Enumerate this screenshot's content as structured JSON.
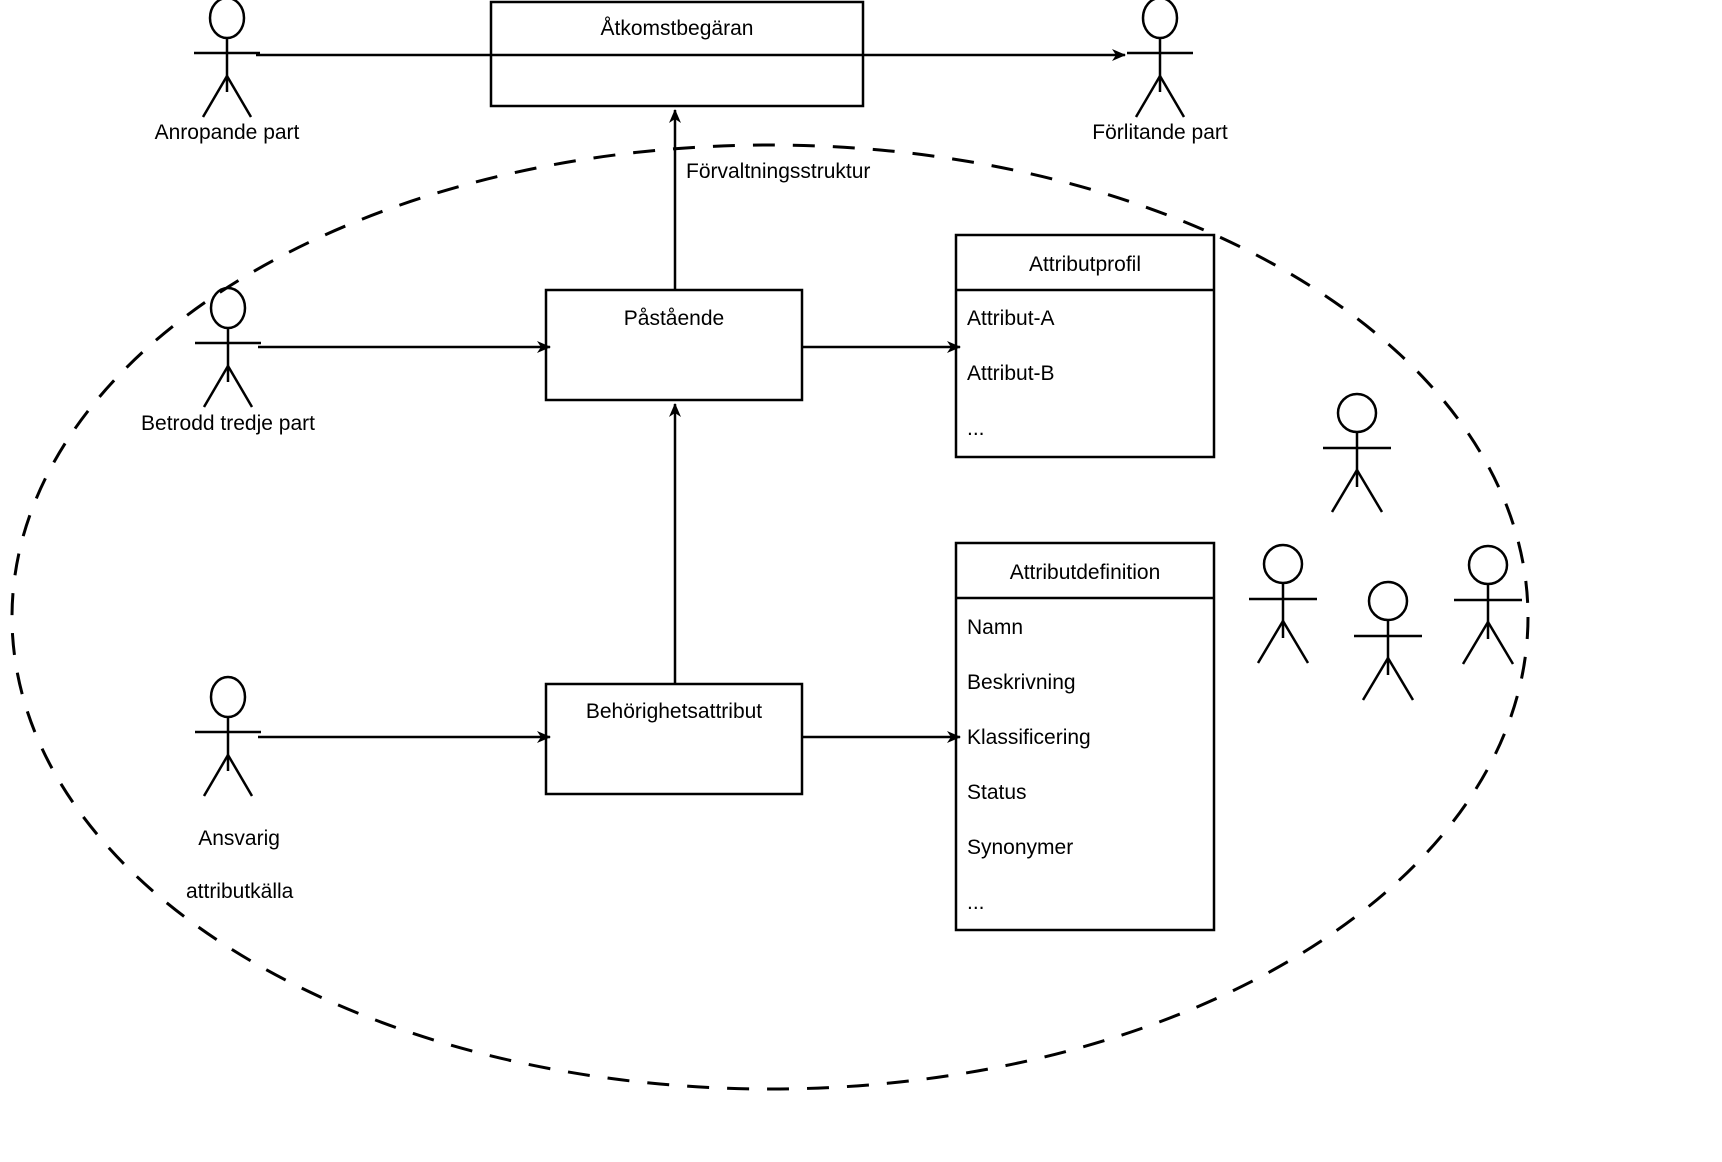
{
  "diagram": {
    "type": "uml-architecture-diagram",
    "language": "sv",
    "background_color": "#ffffff",
    "stroke_color": "#000000",
    "boundary": {
      "shape": "ellipse",
      "style": "dashed",
      "label": "Förvaltningsstruktur"
    }
  },
  "boxes": {
    "atkomstbegaran": {
      "title": "Åtkomstbegäran",
      "attributes": []
    },
    "pastaende": {
      "title": "Påstående",
      "attributes": []
    },
    "behorighetsattribut": {
      "title": "Behörighetsattribut",
      "attributes": []
    },
    "attributprofil": {
      "title": "Attributprofil",
      "attributes": [
        "Attribut-A",
        "Attribut-B",
        "..."
      ]
    },
    "attributdefinition": {
      "title": "Attributdefinition",
      "attributes": [
        "Namn",
        "Beskrivning",
        "Klassificering",
        "Status",
        "Synonymer",
        "..."
      ]
    }
  },
  "actors": {
    "anropande_part": {
      "label": "Anropande part"
    },
    "forlitande_part": {
      "label": "Förlitande part"
    },
    "betrodd_tredje_part": {
      "label": "Betrodd tredje part"
    },
    "ansvarig_attributkalla": {
      "label_line1": "Ansvarig",
      "label_line2": "attributkälla"
    },
    "unlabeled_group": {
      "count": 4,
      "label": ""
    }
  },
  "edges": [
    {
      "from": "anropande_part",
      "to": "forlitande_part",
      "via": "atkomstbegaran",
      "arrow": "open",
      "label": ""
    },
    {
      "from": "pastaende",
      "to": "atkomstbegaran",
      "arrow": "open",
      "direction": "up",
      "label": ""
    },
    {
      "from": "betrodd_tredje_part",
      "to": "pastaende",
      "arrow": "open",
      "label": ""
    },
    {
      "from": "pastaende",
      "to": "attributprofil",
      "arrow": "open",
      "label": ""
    },
    {
      "from": "behorighetsattribut",
      "to": "pastaende",
      "arrow": "open",
      "direction": "up",
      "label": ""
    },
    {
      "from": "ansvarig_attributkalla",
      "to": "behorighetsattribut",
      "arrow": "open",
      "label": ""
    },
    {
      "from": "behorighetsattribut",
      "to": "attributdefinition",
      "arrow": "open",
      "label": ""
    }
  ]
}
